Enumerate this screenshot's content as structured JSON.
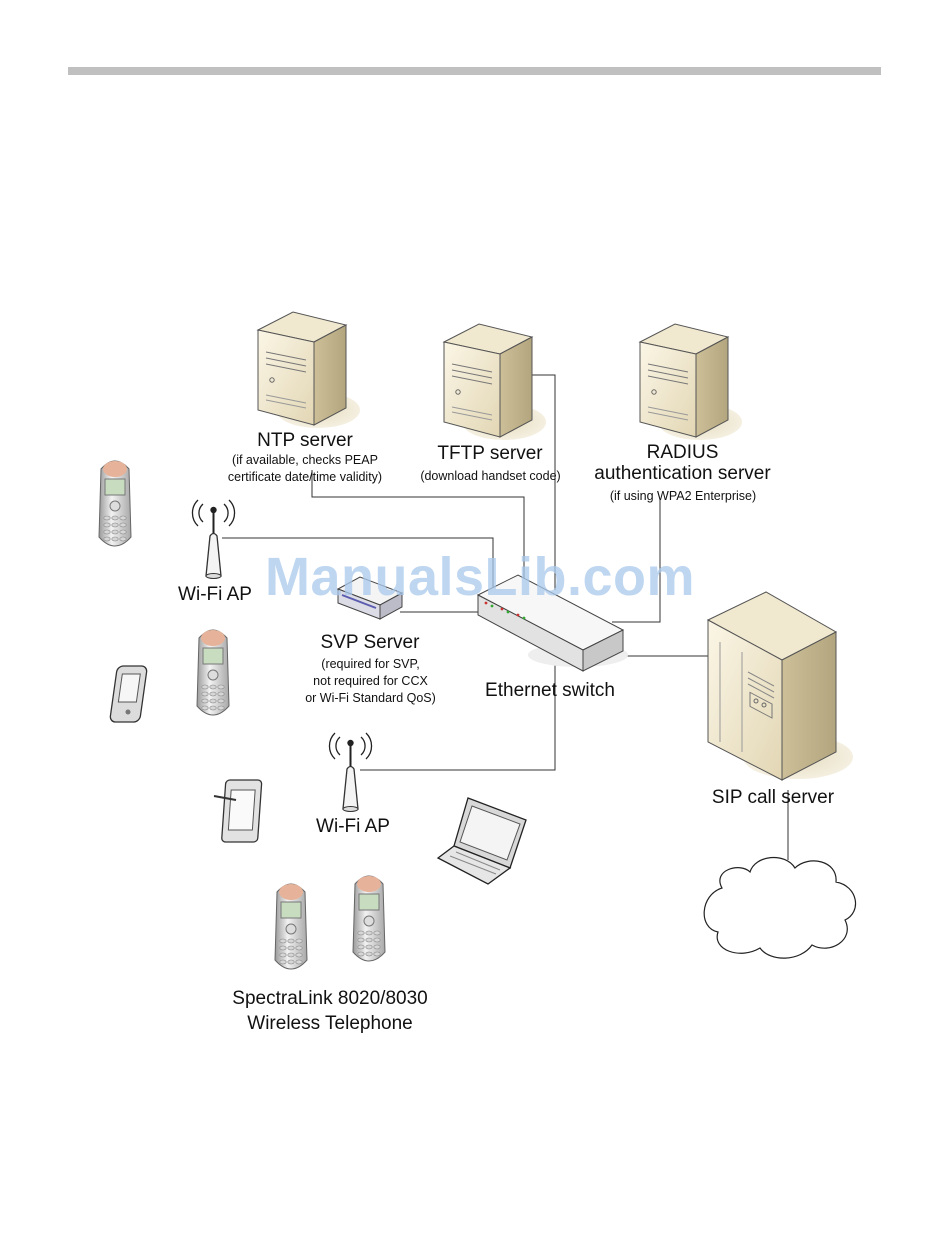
{
  "labels": {
    "ntp_title": "NTP server",
    "ntp_note_1": "(if available, checks PEAP",
    "ntp_note_2": "certificate date/time validity)",
    "tftp_title": "TFTP server",
    "tftp_note": "(download handset code)",
    "radius_title_1": "RADIUS",
    "radius_title_2": "authentication server",
    "radius_note": "(if using WPA2 Enterprise)",
    "wifi_ap_top": "Wi-Fi AP",
    "wifi_ap_bottom": "Wi-Fi AP",
    "svp_title": "SVP Server",
    "svp_note_1": "(required for SVP,",
    "svp_note_2": "not required for CCX",
    "svp_note_3": "or Wi-Fi Standard QoS)",
    "switch_title": "Ethernet switch",
    "sip_title": "SIP call server",
    "phones_title_1": "SpectraLink 8020/8030",
    "phones_title_2": "Wireless Telephone"
  },
  "watermark": "ManualsLib.com",
  "colors": {
    "header_bar": "#c0c0c0",
    "server_front": "#f3ecd8",
    "server_side": "#d9cfb0",
    "server_shadow": "#e9e2c9",
    "line": "#333333",
    "watermark": "#a9c9ec"
  }
}
